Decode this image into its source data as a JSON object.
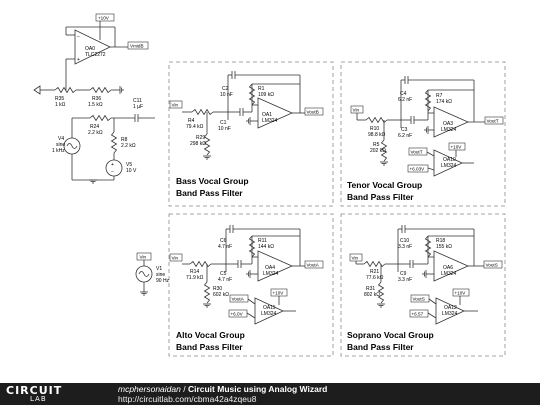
{
  "top_circuit": {
    "opamp_name": "OA0",
    "opamp_part": "TLC2272",
    "vcc": "+10V",
    "out_label": "VmidB",
    "r35": "R35",
    "r35_val": "1 kΩ",
    "r36": "R36",
    "r36_val": "1.5 kΩ",
    "c11": "C11",
    "c11_val": "1 µF",
    "r24": "R24",
    "r24_val": "2.2 kΩ",
    "r8": "R8",
    "r8_val": "2.2 kΩ",
    "v4": "V4",
    "v4_type": "sine",
    "v4_freq": "1 kHz",
    "v5": "V5",
    "v5_val": "10 V"
  },
  "source_v1": {
    "tag": "Vin",
    "name": "V1",
    "type": "sine",
    "freq": "90 Hz"
  },
  "filters": {
    "bass": {
      "title1": "Bass Vocal Group",
      "title2": "Band Pass Filter",
      "vin": "Vin",
      "vout": "VoutB",
      "c2": "C2",
      "c2_val": "10 nF",
      "c1": "C1",
      "c1_val": "10 nF",
      "r1": "R1",
      "r1_val": "109 kΩ",
      "r4": "R4",
      "r4_val": "79.4 kΩ",
      "r29": "R29",
      "r29_val": "298 kΩ",
      "opamp": "OA1",
      "part": "LM324"
    },
    "tenor": {
      "title1": "Tenor Vocal Group",
      "title2": "Band Pass Filter",
      "vin": "Vin",
      "vout": "VoutT",
      "c4": "C4",
      "c4_val": "6.2 nF",
      "c3": "C3",
      "c3_val": "6.2 nF",
      "r7": "R7",
      "r7_val": "174 kΩ",
      "r10": "R10",
      "r10_val": "98.8 kΩ",
      "r5": "R5",
      "r5_val": "202 kΩ",
      "opamp": "OA3",
      "part": "LM324",
      "buf_in": "VoutT",
      "buf_vcc": "+10V",
      "buf_ref": "+6.03V",
      "buf": "OA10",
      "buf_part": "LM324"
    },
    "alto": {
      "title1": "Alto Vocal Group",
      "title2": "Band Pass Filter",
      "vin": "Vin",
      "vout": "VoutA",
      "c6": "C6",
      "c6_val": "4.7 nF",
      "c5": "C5",
      "c5_val": "4.7 nF",
      "r11": "R11",
      "r11_val": "144 kΩ",
      "r14": "R14",
      "r14_val": "71.9 kΩ",
      "r30": "R30",
      "r30_val": "602 kΩ",
      "opamp": "OA4",
      "part": "LM324",
      "buf_in": "VoutA",
      "buf_vcc": "+10V",
      "buf_ref": "+6.0V",
      "buf": "OA11",
      "buf_part": "LM324"
    },
    "soprano": {
      "title1": "Soprano Vocal Group",
      "title2": "Band Pass Filter",
      "vin": "Vin",
      "vout": "VoutS",
      "c10": "C10",
      "c10_val": "3.3 nF",
      "c9": "C9",
      "c9_val": "3.3 nF",
      "r18": "R18",
      "r18_val": "155 kΩ",
      "r21": "R21",
      "r21_val": "77.6 kΩ",
      "r31": "R31",
      "r31_val": "802 kΩ",
      "opamp": "OA6",
      "part": "LM324",
      "buf_in": "VoutS",
      "buf_vcc": "+10V",
      "buf_ref": "+6.57",
      "buf": "OA12",
      "buf_part": "LM324"
    }
  },
  "footer": {
    "logo_top": "CIRCUIT",
    "logo_bottom": "LAB",
    "author": "mcphersonaidan",
    "separator": " / ",
    "title": "Circuit Music using Analog Wizard",
    "url": "http://circuitlab.com/cbma42a4zqeu8"
  }
}
